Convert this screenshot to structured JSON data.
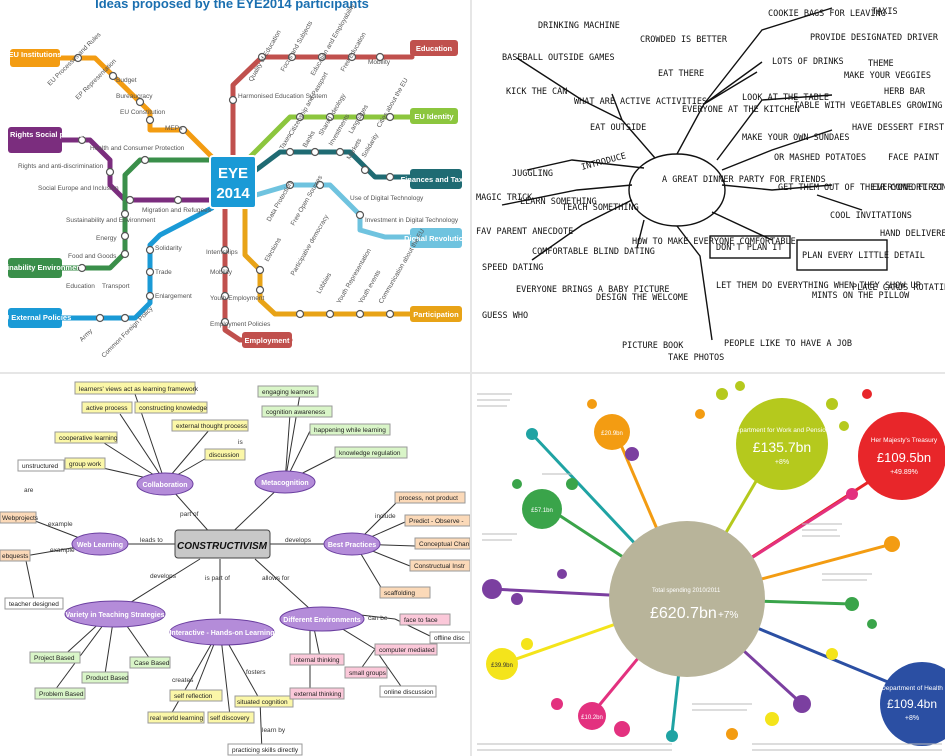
{
  "metro": {
    "title": "Ideas proposed by the EYE2014 participants",
    "hub_line1": "EYE",
    "hub_line2": "2014",
    "terminals": {
      "eu_institutions": "EU Institutions",
      "human_rights": "Human Rights Social policies",
      "sustainability": "Sustainability Environment",
      "eu_external": "EU External Policies",
      "education": "Education",
      "eu_identity": "EU Identity",
      "finances": "Finances and Taxes",
      "digital": "Digital Revolution",
      "participation": "Participation",
      "employment": "Employment"
    },
    "stations": {
      "budget": "Budget",
      "bureaucracy": "Bureaucracy",
      "eu_constitution": "EU Constitution",
      "meps": "MEPs",
      "eu_processes": "EU Processes and Rules",
      "ep_representation": "EP Representation",
      "health": "Health and Consumer Protection",
      "rights": "Rights and anti-discrimination",
      "social_europe": "Social Europe and Inclusion",
      "migration": "Migration and Refugees",
      "sust_env": "Sustainability and Environment",
      "energy": "Energy",
      "food": "Food and Goods",
      "education_s": "Education",
      "transport": "Transport",
      "solidarity": "Solidarity",
      "trade": "Trade",
      "enlargement": "Enlargement",
      "army": "Army",
      "cfp": "Common Foreign Policy",
      "quality": "Quality of Education",
      "focus": "Focus and Subjects",
      "ed_employ": "Education and Employability",
      "free_ed": "Free Education",
      "mobility": "Mobility",
      "harmonised": "Harmonised Education System",
      "citizenship": "Citizenship and Passport",
      "shared_ideology": "Shared Ideology",
      "languages": "Languages",
      "cit_about": "Cities about the EU",
      "taxes": "Taxes",
      "banks": "Banks",
      "investments": "Investments",
      "markets": "Markets",
      "solidarity2": "Solidarity",
      "data_protection": "Data Protection",
      "free_open": "Free Open Sources",
      "use_digital": "Use of Digital Technology",
      "invest_digital": "Investment in Digital Technology",
      "elections": "Elections",
      "participative": "Participative democracy",
      "lobbies": "Lobbies",
      "youth_rep": "Youth Representation",
      "youth_events": "Youth events",
      "communication": "Communication about the EU",
      "internships": "Internships",
      "mobility2": "Mobility",
      "youth_employment": "Youth Employment",
      "employment_policies": "Employment Policies"
    },
    "colors": {
      "orange": "#f39c12",
      "purple": "#7b2d7e",
      "green": "#3a8f4a",
      "blue": "#1a9ad6",
      "red": "#c0504d",
      "lime": "#8cc63e",
      "teal": "#1f6b73",
      "lightblue": "#6fc3df",
      "gold": "#e8a317",
      "hub": "#1a9ad6"
    }
  },
  "dinner": {
    "center": "A GREAT DINNER PARTY FOR FRIENDS",
    "nodes": {
      "n1": "DRINKING MACHINE",
      "n2": "CROWDED IS BETTER",
      "n3": "EAT THERE",
      "n4": "COOKIE BAGS FOR LEAVING",
      "n5": "PROVIDE DESIGNATED DRIVER",
      "n6": "TAXIS",
      "n7": "BASEBALL OUTSIDE GAMES",
      "n8": "KICK THE CAN",
      "n9": "WHAT ARE ACTIVE ACTIVITIES",
      "n10": "EAT OUTSIDE",
      "n11": "EVERYONE AT THE KITCHEN",
      "n12": "LOTS OF DRINKS",
      "n13": "THEME",
      "n14": "MAKE YOUR VEGGIES",
      "n15": "HERB BAR",
      "n16": "LOOK AT THE TABLE",
      "n17": "TABLE WITH VEGETABLES GROWING IN/ON TABLE",
      "n18": "MAKE YOUR OWN SUNDAES",
      "n19": "HAVE DESSERT FIRST",
      "n20": "OR MASHED POTATOES",
      "n21": "FACE PAINT",
      "n22": "JUGGLING",
      "n23": "INTRODUCE",
      "n24": "MAGIC TRICK",
      "n25": "LEARN SOMETHING",
      "n26": "TEACH SOMETHING",
      "n27": "GET THEM OUT OF THEIR COMFORT ZONE",
      "n28": "EVERYONE FIRST WEARS A HAT",
      "n29": "COOL INVITATIONS",
      "n30": "HAND DELIVERED",
      "n31": "FAV PARENT ANECDOTE",
      "n32": "SPEED DATING",
      "n33": "COMFORTABLE BLIND DATING",
      "n34": "HOW TO MAKE EVERYONE COMFORTABLE",
      "n35": "DON'T PLAN IT",
      "n36": "PLAN EVERY LITTLE DETAIL",
      "n37": "EVERYONE BRINGS A BABY PICTURE",
      "n38": "GUESS WHO",
      "n39": "DESIGN THE WELCOME",
      "n40": "LET THEM DO EVERYTHING WHEN THEY SHOW UP",
      "n41": "MINTS ON THE PILLOW",
      "n42": "PLACE CARDS ROTATING AFTER EACH COURSE",
      "n43": "PICTURE BOOK",
      "n44": "TAKE PHOTOS",
      "n45": "PEOPLE LIKE TO HAVE A JOB"
    }
  },
  "concept": {
    "central": "CONSTRUCTIVISM",
    "nodes": {
      "collaboration": "Collaboration",
      "metacognition": "Metacognition",
      "web_learning": "Web Learning",
      "best_practices": "Best Practices",
      "variety": "Variety in Teaching Strategies",
      "interactive": "Interactive - Hands-on Learning",
      "environments": "Different Environments"
    },
    "links": {
      "part_of": "part of",
      "leads_to": "leads to",
      "develops": "develops",
      "is_part_of": "is part of",
      "allows_for": "allows for",
      "include": "include",
      "example": "example",
      "is": "is",
      "are": "are",
      "can_be": "can be",
      "creates": "creates",
      "fosters": "fosters",
      "learn_by": "learn by"
    },
    "leaves": {
      "learners_views": "learners' views act as learning framework",
      "active_process": "active process",
      "constructing": "constructing knowledge",
      "cooperative": "cooperative learning",
      "external_thought": "external thought process",
      "group_work": "group work",
      "discussion": "discussion",
      "engaging": "engaging learners",
      "cog_awareness": "cognition awareness",
      "happening": "happening while learning",
      "knowledge_reg": "knowledge regulation",
      "process_not_product": "process, not product",
      "predict": "Predict - Observe -",
      "conceptual": "Conceptual Chan",
      "constructual": "Constructual Instr",
      "scaffolding": "scaffolding",
      "unstructured": "unstructured",
      "webprojects": "Webprojects",
      "webquests": "ebquests",
      "teacher_designed": "teacher designed",
      "project_based": "Project Based",
      "case_based": "Case Based",
      "product_based": "Product Based",
      "problem_based": "Problem Based",
      "self_reflection": "self reflection",
      "real_world": "real world learning",
      "self_discovery": "self discovery",
      "situated": "situated cognition",
      "practicing": "practicing skills directly",
      "face_to_face": "face to face",
      "offline": "offline disc",
      "internal": "internal thinking",
      "external": "external thinking",
      "small_groups": "small groups",
      "computer_mediated": "computer mediated",
      "online_discussion": "online discussion"
    }
  },
  "bubble": {
    "center_total": "£620.7bn",
    "center_change": "+7%",
    "center_caption": "Total spending 2010/2011",
    "dwp_name": "Department for Work and Pensions",
    "dwp_value": "£135.7bn",
    "dwp_change": "+8%",
    "treasury_name": "Her Majesty's Treasury",
    "treasury_value": "£109.5bn",
    "treasury_change": "+49.89%",
    "health_name": "Department of Health",
    "health_value": "£109.4bn",
    "health_change": "+8%",
    "bis_value": "£20.9bn",
    "education_value": "£57.1bn",
    "home_value": "£10.2bn",
    "defence_value": "£39.9bn",
    "colors": {
      "center": "#b8b49a",
      "dwp": "#b5c91d",
      "treasury": "#e8262a",
      "health": "#2b4fa3",
      "orange": "#f39c12",
      "purple": "#7b3fa0",
      "green": "#3aa44a",
      "teal": "#1fa3a3",
      "pink": "#e3317f",
      "yellow": "#f4e41b"
    }
  }
}
